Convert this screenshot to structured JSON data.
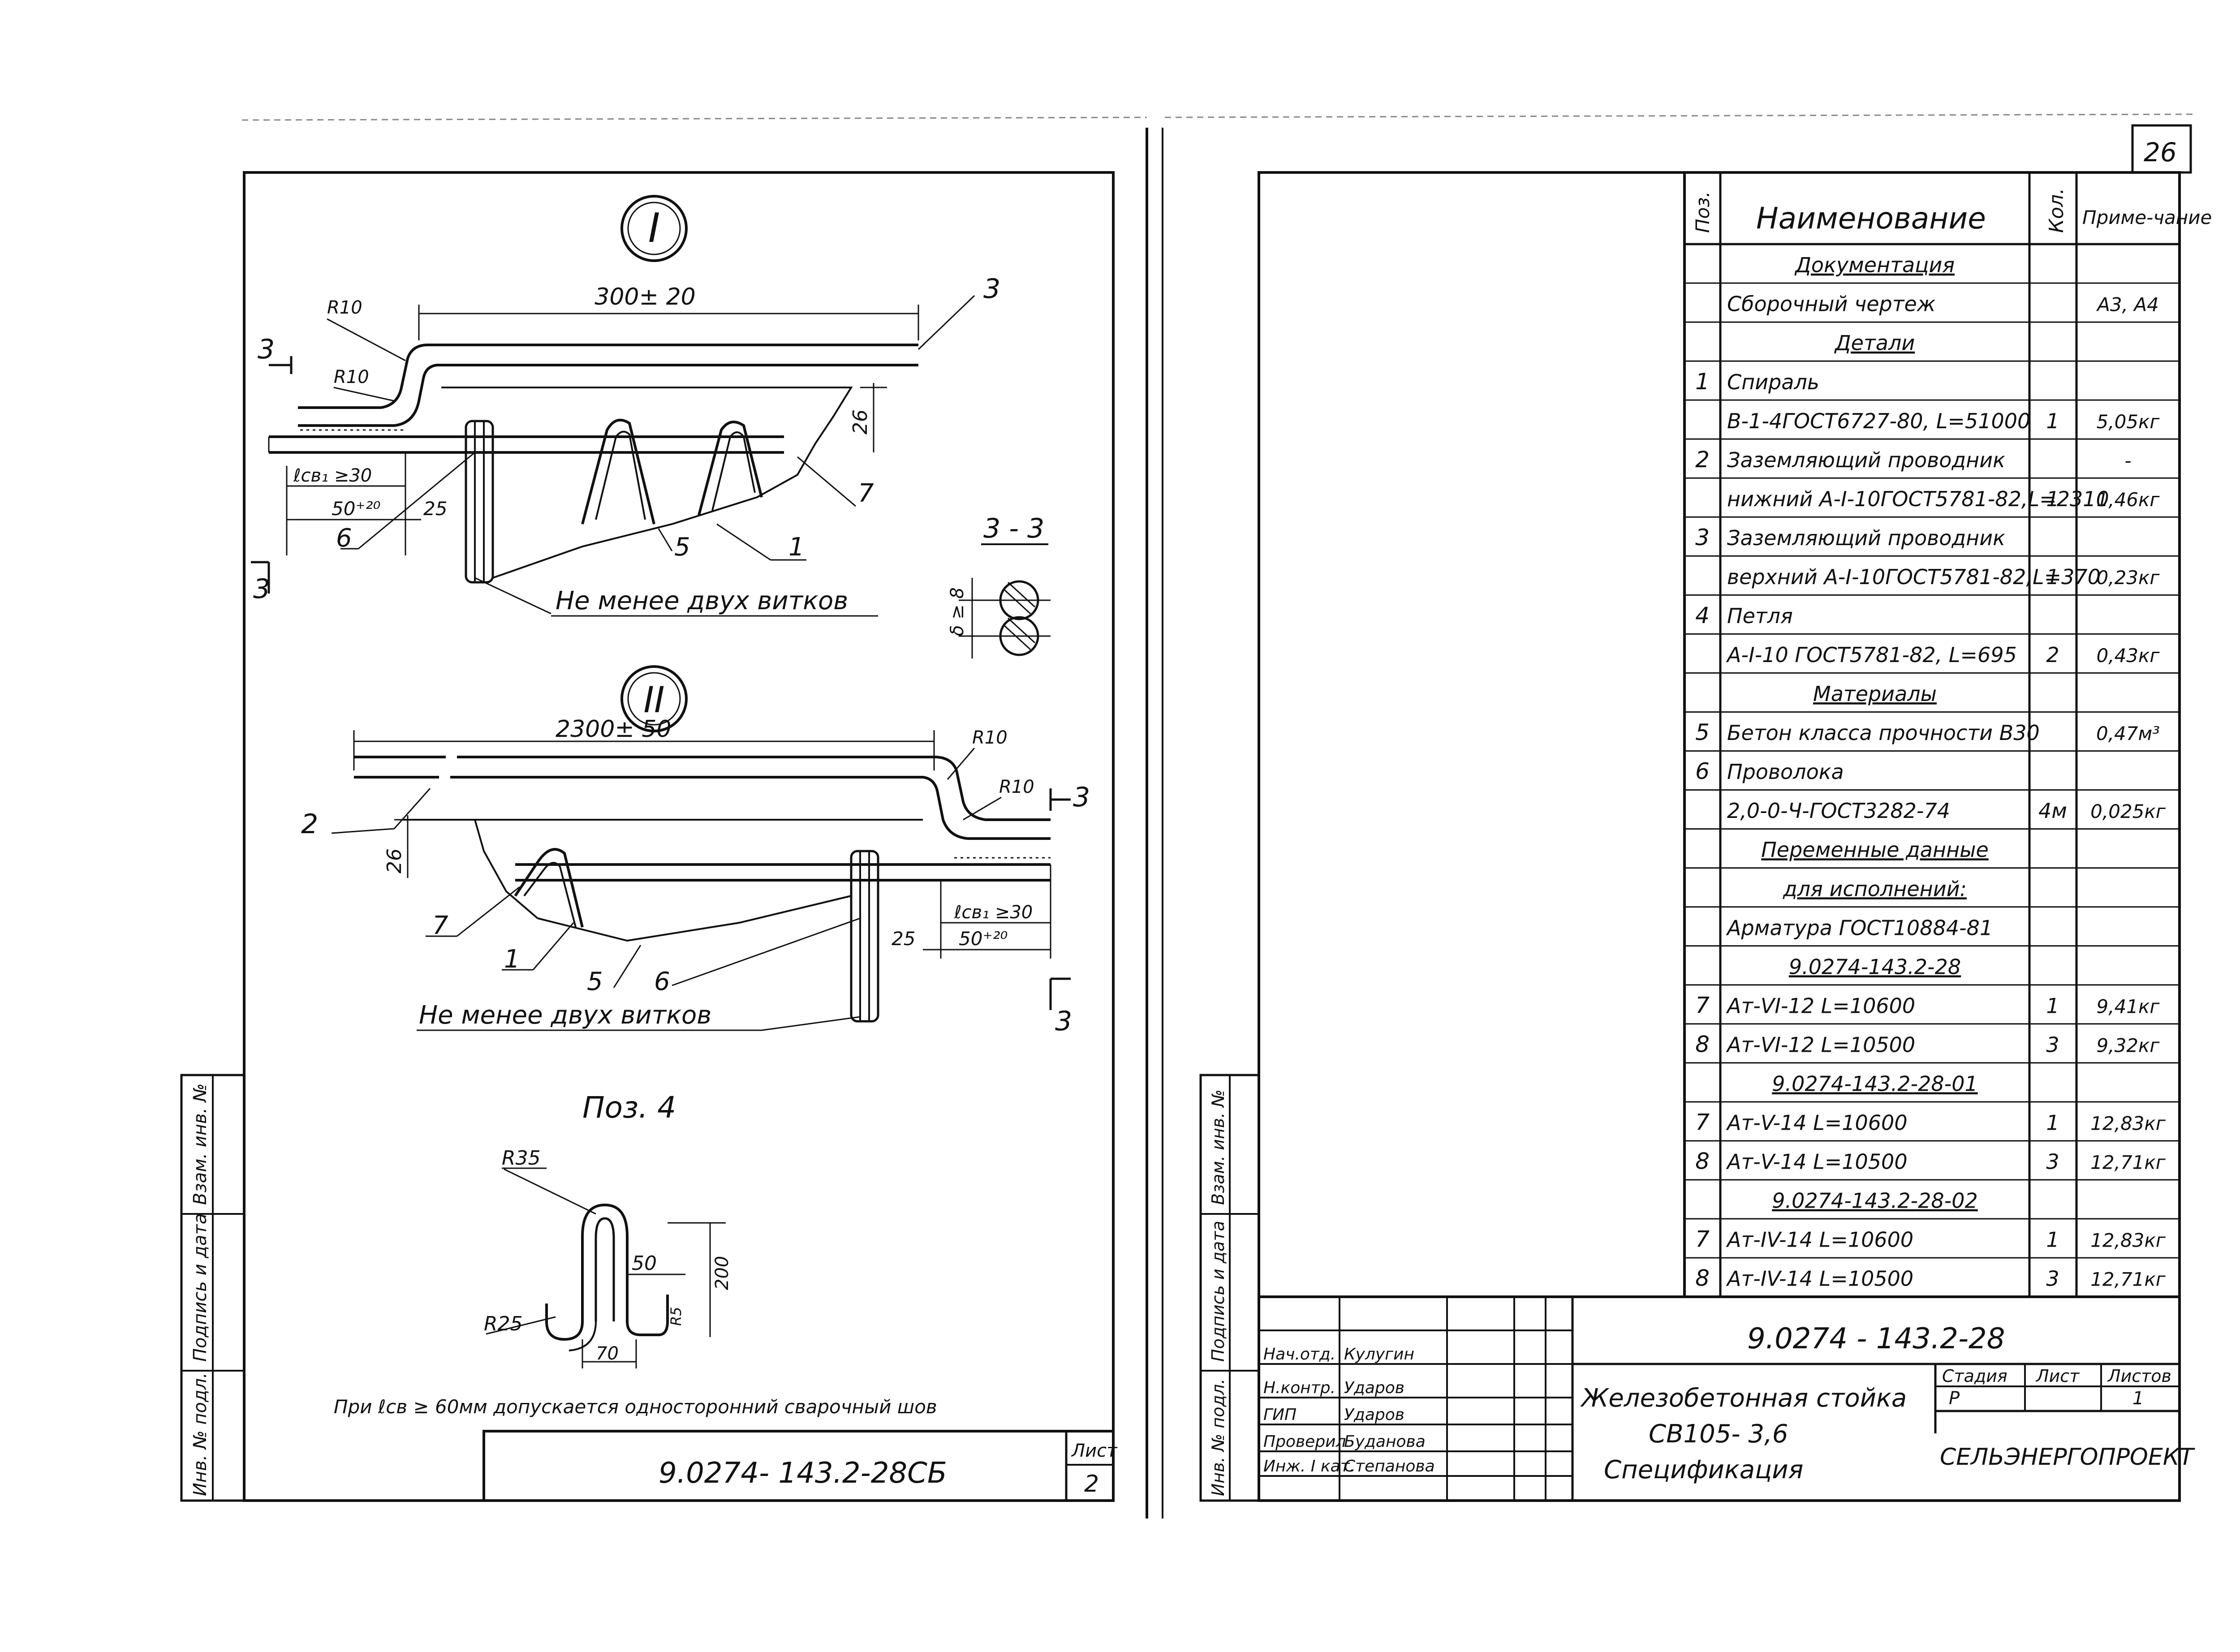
{
  "page_number": "26",
  "left_sheet": {
    "node_I_label": "I",
    "node_II_label": "II",
    "node_I": {
      "dim_length": "300± 20",
      "r10_a": "R10",
      "r10_b": "R10",
      "dim_weld": "ℓсв₁ ≥30",
      "dim_50": "50⁺²⁰",
      "dim_25": "25",
      "dim_26": "26",
      "section_mark_a": "3",
      "section_mark_b": "3",
      "pos_1": "1",
      "pos_3": "3",
      "pos_5": "5",
      "pos_6": "6",
      "pos_7": "7",
      "note": "Не менее двух витков"
    },
    "section_33": {
      "title": "3 - 3",
      "dim": "δ ≥ 8"
    },
    "node_II": {
      "dim_length": "2300± 50",
      "r10_a": "R10",
      "r10_b": "R10",
      "dim_weld": "ℓсв₁ ≥30",
      "dim_50": "50⁺²⁰",
      "dim_25": "25",
      "dim_26": "26",
      "section_mark_a": "3",
      "section_mark_b": "3",
      "pos_1": "1",
      "pos_2": "2",
      "pos_5": "5",
      "pos_6": "6",
      "pos_7": "7",
      "note": "Не менее двух витков"
    },
    "pos4": {
      "title": "Поз. 4",
      "r35": "R35",
      "r25": "R25",
      "dim_50": "50",
      "dim_200": "200",
      "dim_70": "70",
      "dim_r": "R5"
    },
    "footnote": "При ℓсв ≥ 60мм допускается односторонний сварочный шов",
    "stamp_code": "9.0274- 143.2-28СБ",
    "sheet_label": "Лист",
    "sheet_number": "2",
    "side_strip": [
      "Взам. инв. №",
      "Подпись и дата",
      "Инв. № подл."
    ]
  },
  "right_sheet": {
    "side_strip": [
      "Взам. инв. №",
      "Подпись и дата",
      "Инв. № подл."
    ],
    "headers": {
      "pos": "Поз.",
      "name": "Наименование",
      "qty": "Кол.",
      "note": "Приме-чание"
    },
    "rows": [
      {
        "pos": "",
        "name": "Документация",
        "qty": "",
        "note": "",
        "style": "section"
      },
      {
        "pos": "",
        "name": "Сборочный чертеж",
        "qty": "",
        "note": "А3, А4",
        "style": "item"
      },
      {
        "pos": "",
        "name": "Детали",
        "qty": "",
        "note": "",
        "style": "section"
      },
      {
        "pos": "1",
        "name": "Спираль",
        "qty": "",
        "note": "",
        "style": "item"
      },
      {
        "pos": "",
        "name": "В-1-4ГОСТ6727-80, L=51000",
        "qty": "1",
        "note": "5,05кг",
        "style": "item"
      },
      {
        "pos": "2",
        "name": "Заземляющий проводник",
        "qty": "",
        "note": "-",
        "style": "item"
      },
      {
        "pos": "",
        "name": "нижний А-I-10ГОСТ5781-82,L=2310",
        "qty": "1",
        "note": "1,46кг",
        "style": "item"
      },
      {
        "pos": "3",
        "name": "Заземляющий проводник",
        "qty": "",
        "note": "",
        "style": "item"
      },
      {
        "pos": "",
        "name": "верхний А-I-10ГОСТ5781-82,L=370",
        "qty": "1",
        "note": "0,23кг",
        "style": "item"
      },
      {
        "pos": "4",
        "name": "Петля",
        "qty": "",
        "note": "",
        "style": "item"
      },
      {
        "pos": "",
        "name": "А-I-10 ГОСТ5781-82, L=695",
        "qty": "2",
        "note": "0,43кг",
        "style": "item"
      },
      {
        "pos": "",
        "name": "Материалы",
        "qty": "",
        "note": "",
        "style": "section"
      },
      {
        "pos": "5",
        "name": "Бетон класса прочности В30",
        "qty": "",
        "note": "0,47м³",
        "style": "item"
      },
      {
        "pos": "6",
        "name": "Проволока",
        "qty": "",
        "note": "",
        "style": "item"
      },
      {
        "pos": "",
        "name": "2,0-0-Ч-ГОСТ3282-74",
        "qty": "4м",
        "note": "0,025кг",
        "style": "item"
      },
      {
        "pos": "",
        "name": "Переменные данные",
        "qty": "",
        "note": "",
        "style": "section"
      },
      {
        "pos": "",
        "name": "для исполнений:",
        "qty": "",
        "note": "",
        "style": "section"
      },
      {
        "pos": "",
        "name": "Арматура ГОСТ10884-81",
        "qty": "",
        "note": "",
        "style": "item"
      },
      {
        "pos": "",
        "name": "9.0274-143.2-28",
        "qty": "",
        "note": "",
        "style": "section"
      },
      {
        "pos": "7",
        "name": "Ат-VI-12   L=10600",
        "qty": "1",
        "note": "9,41кг",
        "style": "item"
      },
      {
        "pos": "8",
        "name": "Ат-VI-12   L=10500",
        "qty": "3",
        "note": "9,32кг",
        "style": "item"
      },
      {
        "pos": "",
        "name": "9.0274-143.2-28-01",
        "qty": "",
        "note": "",
        "style": "section"
      },
      {
        "pos": "7",
        "name": "Ат-V-14   L=10600",
        "qty": "1",
        "note": "12,83кг",
        "style": "item"
      },
      {
        "pos": "8",
        "name": "Ат-V-14   L=10500",
        "qty": "3",
        "note": "12,71кг",
        "style": "item"
      },
      {
        "pos": "",
        "name": "9.0274-143.2-28-02",
        "qty": "",
        "note": "",
        "style": "section"
      },
      {
        "pos": "7",
        "name": "Ат-IV-14   L=10600",
        "qty": "1",
        "note": "12,83кг",
        "style": "item"
      },
      {
        "pos": "8",
        "name": "Ат-IV-14   L=10500",
        "qty": "3",
        "note": "12,71кг",
        "style": "item"
      }
    ],
    "stamp": {
      "code": "9.0274 - 143.2-28",
      "title_line1": "Железобетонная стойка",
      "title_line2": "СВ105- 3,6",
      "title_line3": "Спецификация",
      "stage_label": "Стадия",
      "stage_value": "Р",
      "sheet_label": "Лист",
      "sheets_label": "Листов",
      "sheets_value": "1",
      "org": "СЕЛЬЭНЕРГОПРОЕКТ",
      "signers": [
        {
          "role": "Нач.отд.",
          "name": "Кулугин"
        },
        {
          "role": "Н.контр.",
          "name": "Ударов"
        },
        {
          "role": "ГИП",
          "name": "Ударов"
        },
        {
          "role": "Проверил",
          "name": "Буданова"
        },
        {
          "role": "Инж. I кат.",
          "name": "Степанова"
        }
      ]
    }
  }
}
